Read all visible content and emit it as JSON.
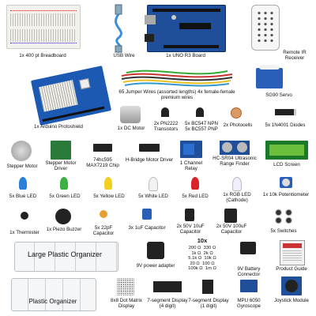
{
  "items": {
    "breadboard": "1x 400 pt Breadboard",
    "usb_wire": "USB Wire",
    "uno": "1x UNO R3 Board",
    "remote": "Remote IR Receiver",
    "protoshield": "1x Arduino Protoshield",
    "jumper": "65 Jumper Wires (assorted lengths) 4x female-female premium wires",
    "servo": "SG90 Servo",
    "dc_motor": "1x DC Motor",
    "pn2222": "2x PN2222 Transistors",
    "bc547": "5x BC547 NPN 5x BC557 PNP",
    "photocells": "2x Photocells",
    "diodes": "5x 1N4001 Diodes",
    "stepper": "Stepper Motor",
    "stepper_driver": "Stepper Motor Driver",
    "max7219": "74hc595 MAX7219 Chip",
    "hbridge": "H-Bridge Motor Driver",
    "relay": "1 Channel Relay",
    "hcsr04": "HC-SR04 Ultrasonic Range Finder",
    "lcd": "LCD Screen",
    "blue_led": "5x Blue LED",
    "green_led": "5x Green LED",
    "yellow_led": "5x Yellow LED",
    "white_led": "5x White LED",
    "red_led": "5x Red LED",
    "rgb_led": "1x RGB LED (Cathode)",
    "pot": "1x 10k Potentiometer",
    "thermister": "1x Thermister",
    "buzzer": "1x Piezo Buzzer",
    "cap22": "5x 22pF Capacitor",
    "cap1u": "3x 1uF Capacitor",
    "cap10u": "2x 50V 10uF Capacitor",
    "cap100u": "2x 50V 100uF Capacitor",
    "switches": "5x Switches",
    "large_org": "Large Plastic Organizer",
    "power": "9V power adapter",
    "resistors_title": "10x",
    "resistors": "200 Ω  330 Ω\n1k Ω  2k Ω\n5.1k Ω  10k Ω\n20 Ω  100 Ω\n100k Ω  1m Ω",
    "battery": "9V Battery Connector",
    "guide": "Product Guide",
    "small_org": "Plastic Organizer",
    "dotmatrix": "8x8 Dot Matrix Display",
    "seg4": "7-segment Display (4 digit)",
    "seg1": "7-segment Display (1 digit)",
    "mpu": "MPU 6050 Gyroscope",
    "joystick": "Joystick Module"
  },
  "colors": {
    "uno_blue": "#1f4f9a",
    "led_blue": "#2a7fd8",
    "led_green": "#3cb043",
    "led_yellow": "#f0d020",
    "led_white": "#f2f2f2",
    "led_red": "#d8232a",
    "lcd_green": "#6cbf3c",
    "usb_cable": "#3a8fd8"
  }
}
